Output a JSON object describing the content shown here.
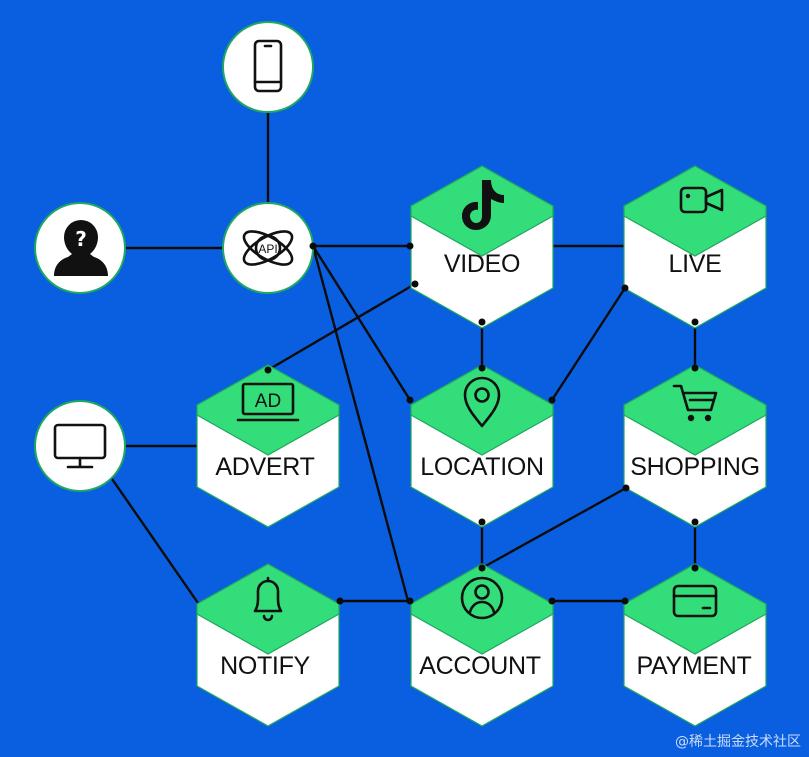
{
  "diagram": {
    "nodes": {
      "video": {
        "label": "VIDEO",
        "icon": "tiktok-icon"
      },
      "live": {
        "label": "LIVE",
        "icon": "video-camera-icon"
      },
      "advert": {
        "label": "ADVERT",
        "icon": "ad-icon",
        "icon_text": "AD"
      },
      "location": {
        "label": "LOCATION",
        "icon": "location-pin-icon"
      },
      "shopping": {
        "label": "SHOPPING",
        "icon": "shopping-cart-icon"
      },
      "notify": {
        "label": "NOTIFY",
        "icon": "bell-icon"
      },
      "account": {
        "label": "ACCOUNT",
        "icon": "user-circle-icon"
      },
      "payment": {
        "label": "PAYMENT",
        "icon": "credit-card-icon"
      },
      "api": {
        "label": "API",
        "icon": "api-icon"
      },
      "phone": {
        "icon": "smartphone-icon"
      },
      "user": {
        "icon": "user-question-icon"
      },
      "desktop": {
        "icon": "monitor-icon"
      }
    },
    "colors": {
      "background": "#0a5fe0",
      "hex_cap": "#33dd7a",
      "hex_body": "#ffffff",
      "edge": "#0b0b0b"
    }
  },
  "watermark": "@稀土掘金技术社区"
}
